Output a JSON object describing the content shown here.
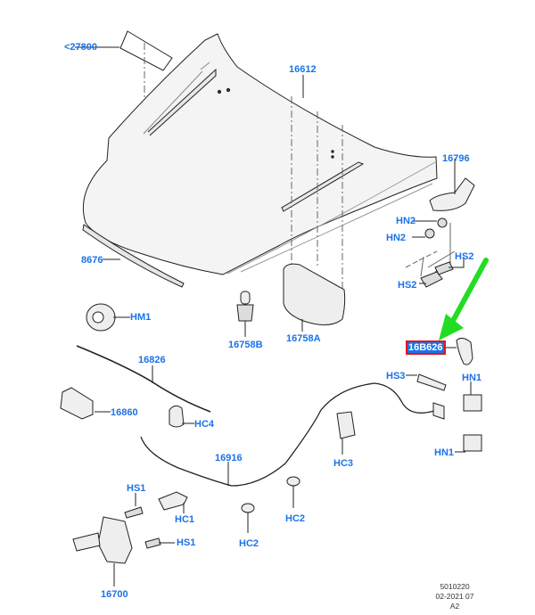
{
  "diagram": {
    "title": "Hood / Bonnet assembly exploded parts diagram",
    "accent_color": "#1a73e8",
    "highlight_color": "#e8101a",
    "arrow_color": "#22dd22",
    "highlighted_part": "16B626",
    "callouts": {
      "c27800": "<27800",
      "c16612": "16612",
      "c16796": "16796",
      "hn2_a": "HN2",
      "hn2_b": "HN2",
      "hs2_a": "HS2",
      "hs2_b": "HS2",
      "c8676": "8676",
      "hm1": "HM1",
      "c16758b": "16758B",
      "c16758a": "16758A",
      "c16b626": "16B626",
      "c16826": "16826",
      "hs3": "HS3",
      "hn1_a": "HN1",
      "hn1_b": "HN1",
      "c16860": "16860",
      "hc4": "HC4",
      "hc3": "HC3",
      "c16916": "16916",
      "hs1_a": "HS1",
      "hs1_b": "HS1",
      "hc1_a": "HC1",
      "hc2_a": "HC2",
      "hc2_b": "HC2",
      "c16700": "16700"
    },
    "footer": {
      "ref": "5010220",
      "date": "02-2021 07",
      "sheet": "A2"
    }
  }
}
